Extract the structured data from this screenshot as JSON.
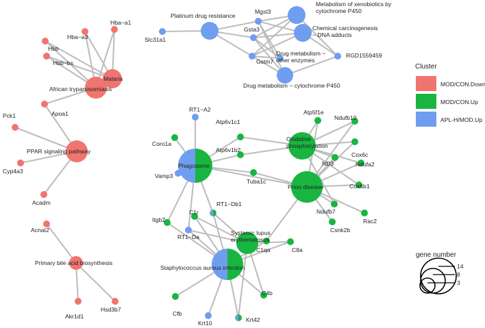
{
  "colors": {
    "down": "#f07470",
    "up": "#18b640",
    "apl": "#6f9ef0",
    "edge": "#bdbdbd"
  },
  "legend": {
    "cluster_title": "Cluster",
    "clusters": [
      {
        "key": "down",
        "label": "MOD/CON.Down"
      },
      {
        "key": "up",
        "label": "MOD/CON.Up"
      },
      {
        "key": "apl",
        "label": "APL-H/MOD.Up"
      }
    ],
    "size_title": "gene number",
    "sizes": [
      "14",
      "8",
      "3"
    ]
  },
  "nodes": [
    {
      "id": "hba_a1",
      "label": "Hba−a1",
      "type": "gene",
      "colors": [
        "down"
      ]
    },
    {
      "id": "hba_a3",
      "label": "Hba−a3",
      "type": "gene",
      "colors": [
        "down"
      ]
    },
    {
      "id": "hbb",
      "label": "Hbb",
      "type": "gene",
      "colors": [
        "down"
      ]
    },
    {
      "id": "hbb_bs",
      "label": "Hbb−bs",
      "type": "gene",
      "colors": [
        "down"
      ]
    },
    {
      "id": "malaria",
      "label": "Malaria",
      "type": "term",
      "colors": [
        "down"
      ]
    },
    {
      "id": "african",
      "label": "African trypanosomiasis",
      "type": "term",
      "colors": [
        "down"
      ]
    },
    {
      "id": "apoa1",
      "label": "Apoa1",
      "type": "gene",
      "colors": [
        "down"
      ]
    },
    {
      "id": "pck1",
      "label": "Pck1",
      "type": "gene",
      "colors": [
        "down"
      ]
    },
    {
      "id": "ppar",
      "label": "PPAR signaling pathway",
      "type": "term",
      "colors": [
        "down"
      ]
    },
    {
      "id": "cyp4a3",
      "label": "Cyp4a3",
      "type": "gene",
      "colors": [
        "down"
      ]
    },
    {
      "id": "acadm",
      "label": "Acadm",
      "type": "gene",
      "colors": [
        "down"
      ]
    },
    {
      "id": "acnat2",
      "label": "Acnat2",
      "type": "gene",
      "colors": [
        "down"
      ]
    },
    {
      "id": "bile",
      "label": "Primary bile acid biosynthesis",
      "type": "term",
      "colors": [
        "down"
      ]
    },
    {
      "id": "akr1d1",
      "label": "Akr1d1",
      "type": "gene",
      "colors": [
        "down"
      ]
    },
    {
      "id": "hsd3b7",
      "label": "Hsd3b7",
      "type": "gene",
      "colors": [
        "down"
      ]
    },
    {
      "id": "platinum",
      "label": "Platinum drug resistance",
      "type": "term",
      "colors": [
        "apl"
      ]
    },
    {
      "id": "slc31a1",
      "label": "Slc31a1",
      "type": "gene",
      "colors": [
        "apl"
      ]
    },
    {
      "id": "mgst3",
      "label": "Mgst3",
      "type": "gene",
      "colors": [
        "apl"
      ]
    },
    {
      "id": "gsta3",
      "label": "Gsta3",
      "type": "gene",
      "colors": [
        "apl"
      ]
    },
    {
      "id": "gstm7",
      "label": "Gstm7",
      "type": "gene",
      "colors": [
        "apl"
      ]
    },
    {
      "id": "xeno",
      "label": "Metabolism of xenobiotics by cytochrome P450",
      "type": "term",
      "colors": [
        "apl"
      ]
    },
    {
      "id": "chemcarc",
      "label": "Chemical carcinogenesis − DNA adducts",
      "type": "term",
      "colors": [
        "apl"
      ]
    },
    {
      "id": "drugother",
      "label": "Drug metabolism − other enzymes",
      "type": "term",
      "colors": [
        "apl"
      ]
    },
    {
      "id": "rgd",
      "label": "RGD1559459",
      "type": "gene",
      "colors": [
        "apl"
      ]
    },
    {
      "id": "drugp450",
      "label": "Drug metabolism − cytochrome P450",
      "type": "term",
      "colors": [
        "apl"
      ]
    },
    {
      "id": "rt1a2",
      "label": "RT1−A2",
      "type": "gene",
      "colors": [
        "apl"
      ]
    },
    {
      "id": "coro1a",
      "label": "Coro1a",
      "type": "gene",
      "colors": [
        "up"
      ]
    },
    {
      "id": "atp6v1c1",
      "label": "Atp6v1c1",
      "type": "gene",
      "colors": [
        "up"
      ]
    },
    {
      "id": "atp6v1b2",
      "label": "Atp6v1b2",
      "type": "gene",
      "colors": [
        "up"
      ]
    },
    {
      "id": "phagosome",
      "label": "Phagosome",
      "type": "term",
      "colors": [
        "apl",
        "up"
      ]
    },
    {
      "id": "vamp3",
      "label": "Vamp3",
      "type": "gene",
      "colors": [
        "apl"
      ]
    },
    {
      "id": "tuba1c",
      "label": "Tuba1c",
      "type": "gene",
      "colors": [
        "up"
      ]
    },
    {
      "id": "atp5f1e",
      "label": "Atp5f1e",
      "type": "gene",
      "colors": [
        "up"
      ]
    },
    {
      "id": "ndufb10",
      "label": "Ndufb10",
      "type": "gene",
      "colors": [
        "up"
      ]
    },
    {
      "id": "oxphos",
      "label": "Oxidative phosphorylation",
      "type": "term",
      "colors": [
        "up"
      ]
    },
    {
      "id": "cox6c",
      "label": "Cox6c",
      "type": "gene",
      "colors": [
        "up"
      ]
    },
    {
      "id": "ndufa2",
      "label": "Ndufa2",
      "type": "gene",
      "colors": [
        "up"
      ]
    },
    {
      "id": "nd3",
      "label": "ND3",
      "type": "gene",
      "colors": [
        "up"
      ]
    },
    {
      "id": "prion",
      "label": "Prion disease",
      "type": "term",
      "colors": [
        "up"
      ]
    },
    {
      "id": "cox6b1",
      "label": "Cox6b1",
      "type": "gene",
      "colors": [
        "up"
      ]
    },
    {
      "id": "ndufb7",
      "label": "Ndufb7",
      "type": "gene",
      "colors": [
        "up"
      ]
    },
    {
      "id": "rac2",
      "label": "Rac2",
      "type": "gene",
      "colors": [
        "up"
      ]
    },
    {
      "id": "csnk2b",
      "label": "Csnk2b",
      "type": "gene",
      "colors": [
        "up"
      ]
    },
    {
      "id": "c1r",
      "label": "C1r",
      "type": "gene",
      "colors": [
        "up"
      ]
    },
    {
      "id": "rt1db1",
      "label": "RT1−Db1",
      "type": "gene",
      "colors": [
        "apl",
        "up"
      ]
    },
    {
      "id": "itgb2",
      "label": "Itgb2",
      "type": "gene",
      "colors": [
        "up"
      ]
    },
    {
      "id": "rt1da",
      "label": "RT1−Da",
      "type": "gene",
      "colors": [
        "apl"
      ]
    },
    {
      "id": "sle",
      "label": "Systemic lupus erythematosus",
      "type": "term",
      "colors": [
        "up"
      ]
    },
    {
      "id": "c1qa",
      "label": "C1qa",
      "type": "gene",
      "colors": [
        "up"
      ]
    },
    {
      "id": "c8a",
      "label": "C8a",
      "type": "gene",
      "colors": [
        "up"
      ]
    },
    {
      "id": "staph",
      "label": "Staphylococcus aureus infection",
      "type": "term",
      "colors": [
        "apl",
        "up"
      ]
    },
    {
      "id": "cfb",
      "label": "Cfb",
      "type": "gene",
      "colors": [
        "up"
      ]
    },
    {
      "id": "c4b",
      "label": "C4b",
      "type": "gene",
      "colors": [
        "up"
      ]
    },
    {
      "id": "krt10",
      "label": "Krt10",
      "type": "gene",
      "colors": [
        "apl"
      ]
    },
    {
      "id": "krt42",
      "label": "Krt42",
      "type": "gene",
      "colors": [
        "apl",
        "up"
      ]
    }
  ],
  "edges": [
    [
      "malaria",
      "hba_a1"
    ],
    [
      "malaria",
      "hba_a3"
    ],
    [
      "malaria",
      "hbb"
    ],
    [
      "malaria",
      "hbb_bs"
    ],
    [
      "african",
      "hba_a1"
    ],
    [
      "african",
      "hba_a3"
    ],
    [
      "african",
      "hbb"
    ],
    [
      "african",
      "hbb_bs"
    ],
    [
      "african",
      "apoa1"
    ],
    [
      "ppar",
      "apoa1"
    ],
    [
      "ppar",
      "pck1"
    ],
    [
      "ppar",
      "cyp4a3"
    ],
    [
      "ppar",
      "acadm"
    ],
    [
      "bile",
      "acnat2"
    ],
    [
      "bile",
      "akr1d1"
    ],
    [
      "bile",
      "hsd3b7"
    ],
    [
      "platinum",
      "slc31a1"
    ],
    [
      "platinum",
      "mgst3"
    ],
    [
      "platinum",
      "gsta3"
    ],
    [
      "platinum",
      "gstm7"
    ],
    [
      "xeno",
      "mgst3"
    ],
    [
      "xeno",
      "gsta3"
    ],
    [
      "xeno",
      "gstm7"
    ],
    [
      "xeno",
      "rgd"
    ],
    [
      "chemcarc",
      "mgst3"
    ],
    [
      "chemcarc",
      "gsta3"
    ],
    [
      "chemcarc",
      "gstm7"
    ],
    [
      "chemcarc",
      "rgd"
    ],
    [
      "drugother",
      "mgst3"
    ],
    [
      "drugother",
      "gsta3"
    ],
    [
      "drugother",
      "gstm7"
    ],
    [
      "drugp450",
      "mgst3"
    ],
    [
      "drugp450",
      "gsta3"
    ],
    [
      "drugp450",
      "gstm7"
    ],
    [
      "drugp450",
      "rgd"
    ],
    [
      "phagosome",
      "rt1a2"
    ],
    [
      "phagosome",
      "coro1a"
    ],
    [
      "phagosome",
      "atp6v1c1"
    ],
    [
      "phagosome",
      "atp6v1b2"
    ],
    [
      "phagosome",
      "vamp3"
    ],
    [
      "phagosome",
      "tuba1c"
    ],
    [
      "phagosome",
      "itgb2"
    ],
    [
      "phagosome",
      "rt1db1"
    ],
    [
      "phagosome",
      "rt1da"
    ],
    [
      "oxphos",
      "atp6v1c1"
    ],
    [
      "oxphos",
      "atp6v1b2"
    ],
    [
      "oxphos",
      "atp5f1e"
    ],
    [
      "oxphos",
      "ndufb10"
    ],
    [
      "oxphos",
      "cox6c"
    ],
    [
      "oxphos",
      "ndufa2"
    ],
    [
      "oxphos",
      "nd3"
    ],
    [
      "oxphos",
      "cox6b1"
    ],
    [
      "oxphos",
      "ndufb7"
    ],
    [
      "prion",
      "atp5f1e"
    ],
    [
      "prion",
      "ndufb10"
    ],
    [
      "prion",
      "cox6c"
    ],
    [
      "prion",
      "ndufa2"
    ],
    [
      "prion",
      "nd3"
    ],
    [
      "prion",
      "cox6b1"
    ],
    [
      "prion",
      "ndufb7"
    ],
    [
      "prion",
      "rac2"
    ],
    [
      "prion",
      "csnk2b"
    ],
    [
      "prion",
      "c1qa"
    ],
    [
      "prion",
      "tuba1c"
    ],
    [
      "prion",
      "phagosome"
    ],
    [
      "sle",
      "c1r"
    ],
    [
      "sle",
      "rt1db1"
    ],
    [
      "sle",
      "rt1da"
    ],
    [
      "sle",
      "c1qa"
    ],
    [
      "sle",
      "c8a"
    ],
    [
      "sle",
      "c4b"
    ],
    [
      "sle",
      "krt42"
    ],
    [
      "staph",
      "c1r"
    ],
    [
      "staph",
      "rt1db1"
    ],
    [
      "staph",
      "itgb2"
    ],
    [
      "staph",
      "rt1da"
    ],
    [
      "staph",
      "c1qa"
    ],
    [
      "staph",
      "c8a"
    ],
    [
      "staph",
      "cfb"
    ],
    [
      "staph",
      "c4b"
    ],
    [
      "staph",
      "krt10"
    ],
    [
      "staph",
      "krt42"
    ]
  ]
}
